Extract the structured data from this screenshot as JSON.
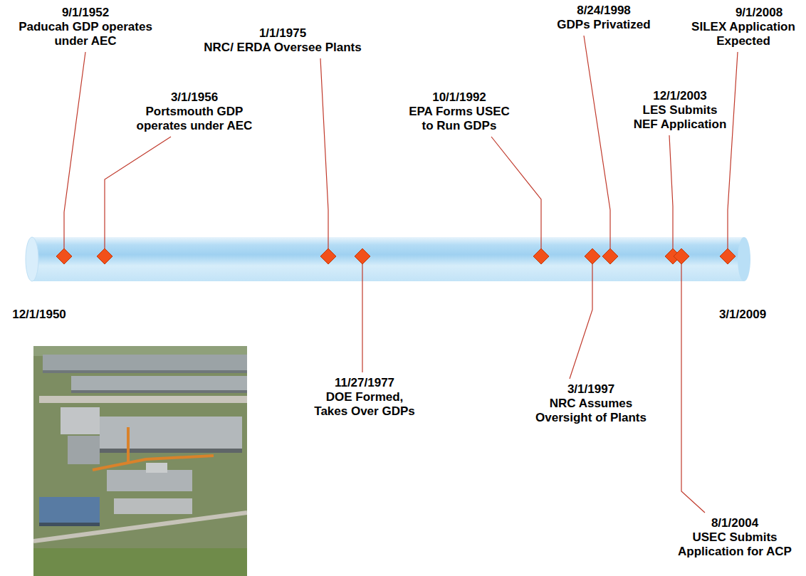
{
  "diagram": {
    "labels": [
      "9/1/1952",
      "Paducah GDP operates under AEC",
      "3/1/1956",
      "Portsmouth GDP operates under AEC",
      "1/1/1975",
      "NRC/ ERDA Oversee Plants",
      "11/27/1977",
      "DOE Formed, Takes Over GDPs",
      "10/1/1992",
      "EPA Forms USEC to Run GDPs",
      "3/1/1997",
      "NRC Assumes Oversight of Plants",
      "8/24/1998",
      "GDPs Privatized",
      "12/1/2003",
      "LES Submits NEF Application",
      "8/1/2004",
      "USEC Submits Application for ACP",
      "9/1/2008",
      "SILEX Application Expected",
      "12/1/1950",
      "3/1/2009"
    ]
  }
}
